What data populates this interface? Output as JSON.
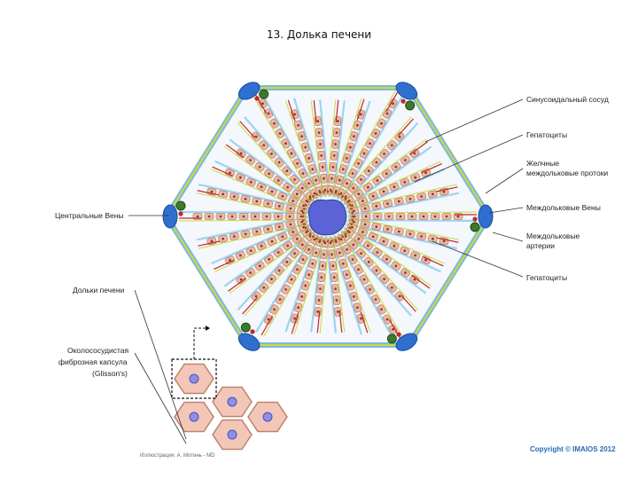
{
  "title": "13. Долька печени",
  "labels": {
    "sinusoid": "Синусоидальный сосуд",
    "hepatocytes_top": "Гепатоциты",
    "bile_ducts_1": "Желчные",
    "bile_ducts_2": "междольковые протоки",
    "interlobular_veins": "Междольковые Вены",
    "interlobular_arteries_1": "Междольковые",
    "interlobular_arteries_2": "артерии",
    "hepatocytes_bottom": "Гепатоциты",
    "central_veins": "Центральные Вены",
    "lobules": "Дольки печени",
    "capsule_1": "Околососудистая",
    "capsule_2": "фиброзная капсула",
    "capsule_3": "(Glisson's)"
  },
  "footer": {
    "illustration": "Иллюстрация: А. Мотинь - МD",
    "copyright": "Copyright © IMAIOS 2012"
  },
  "colors": {
    "vein": "#2f6fd0",
    "artery": "#c0262b",
    "bile_duct": "#c8dc3c",
    "hepatocyte": "#e9b9a3",
    "central_vein": "#5b63d6",
    "sinusoid": "#9fd3ee",
    "portal_node": "#3d7a2a"
  }
}
